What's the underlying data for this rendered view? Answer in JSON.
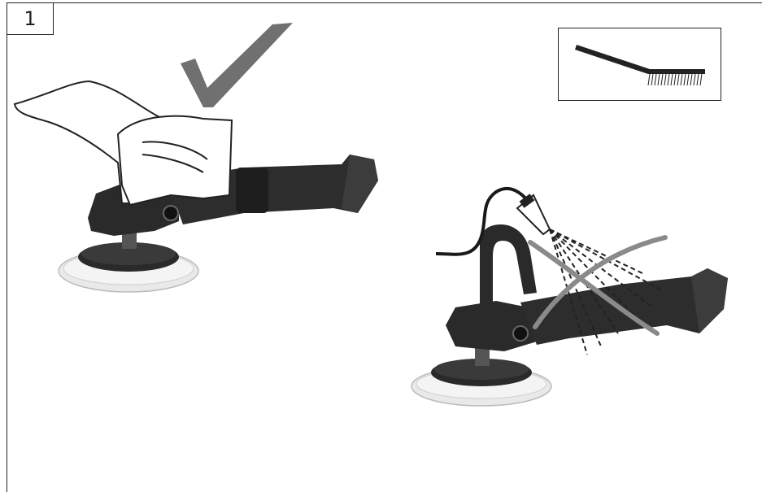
{
  "figure": {
    "number": "1"
  },
  "illustrations": {
    "left": {
      "subject": "polisher-wiped-with-cloth",
      "indicator_icon": "checkmark-icon",
      "indicator_color": "#707070"
    },
    "right": {
      "subject": "polisher-sprayed-with-water",
      "indicator_icon": "cross-icon",
      "indicator_color": "#8a8a8a"
    },
    "inset": {
      "icon": "wire-brush-icon"
    }
  },
  "colors": {
    "line": "#222222",
    "tool_dark": "#2a2a2a",
    "tool_mid": "#3d3d3d",
    "pad": "#eeeeee"
  }
}
